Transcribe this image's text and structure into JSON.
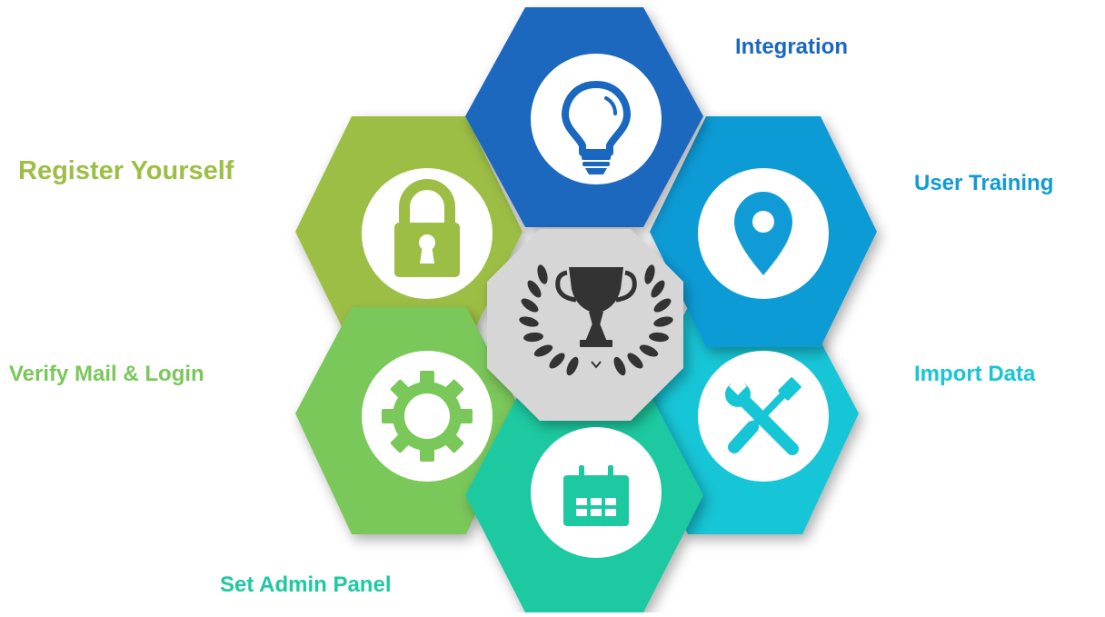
{
  "steps": [
    {
      "label": "Register Yourself",
      "icon": "lock-icon",
      "color": "#9dbe45"
    },
    {
      "label": "Integration",
      "icon": "lightbulb-icon",
      "color": "#1a67bf"
    },
    {
      "label": "User Training",
      "icon": "map-pin-icon",
      "color": "#119bd6"
    },
    {
      "label": "Import Data",
      "icon": "tools-icon",
      "color": "#16c5d6"
    },
    {
      "label": "Set Admin Panel",
      "icon": "calendar-icon",
      "color": "#1dc9a0"
    },
    {
      "label": "Verify Mail & Login",
      "icon": "gear-icon",
      "color": "#7ac75a"
    }
  ],
  "center": {
    "icon": "trophy-laurel-icon",
    "color": "#d6d6d6"
  }
}
